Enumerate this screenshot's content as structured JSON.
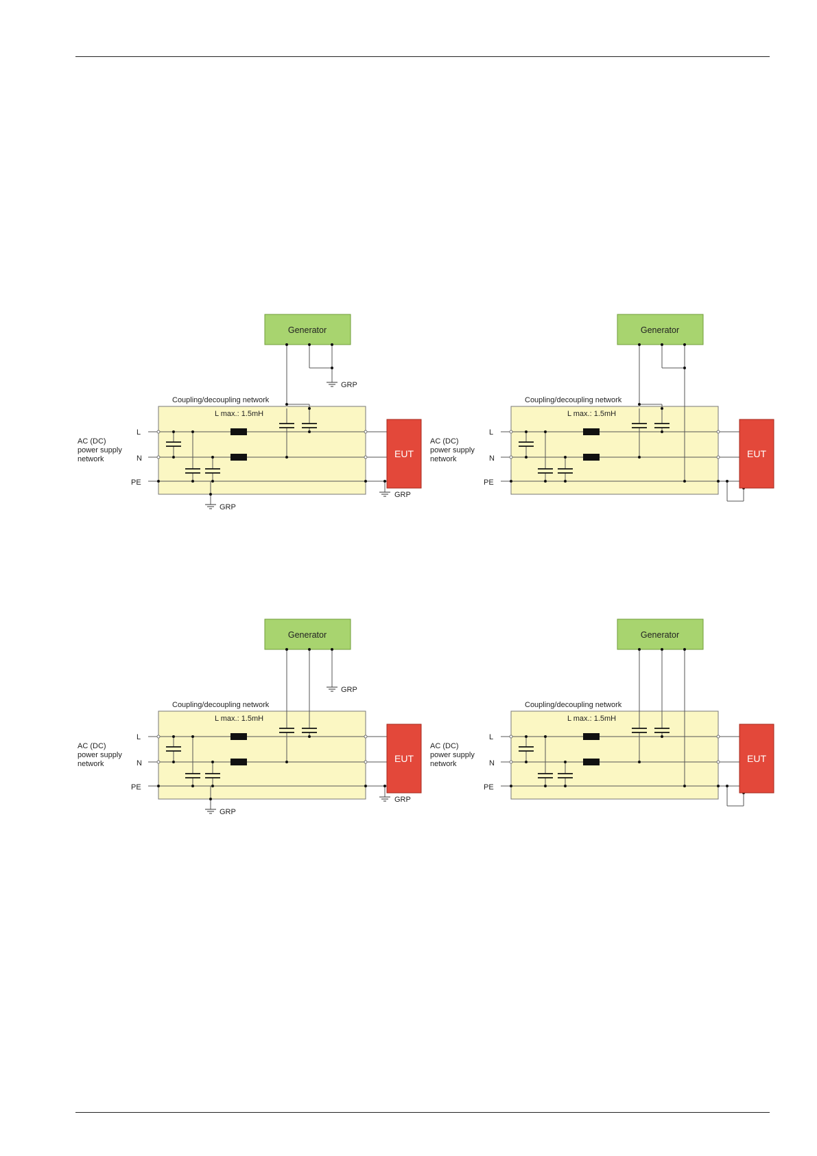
{
  "labels": {
    "generator": "Generator",
    "cdn": "Coupling/decoupling network",
    "lmax": "L max.: 1.5mH",
    "source_line1": "AC (DC)",
    "source_line2": "power supply",
    "source_line3": "network",
    "L": "L",
    "N": "N",
    "PE": "PE",
    "eut": "EUT",
    "grp": "GRP"
  },
  "colors": {
    "generator_fill": "#a8d46f",
    "generator_stroke": "#6f9c3a",
    "cdn_fill": "#fbf7c3",
    "cdn_stroke": "#777777",
    "eut_fill": "#e3483a",
    "eut_stroke": "#a52a1e",
    "wire": "#555555",
    "component": "#111111"
  },
  "diagrams": [
    {
      "id": "diagram-1",
      "coupling": "line-to-line",
      "generator_ground": "GRP",
      "eut_ground": "GRP",
      "network_ground": "GRP"
    },
    {
      "id": "diagram-2",
      "coupling": "line-to-line",
      "generator_ground": "PE",
      "eut_ground": "PE",
      "network_ground": "none"
    },
    {
      "id": "diagram-3",
      "coupling": "line-to-ground",
      "generator_ground": "GRP",
      "eut_ground": "GRP",
      "network_ground": "GRP"
    },
    {
      "id": "diagram-4",
      "coupling": "line-to-ground",
      "generator_ground": "PE",
      "eut_ground": "PE",
      "network_ground": "none"
    }
  ]
}
